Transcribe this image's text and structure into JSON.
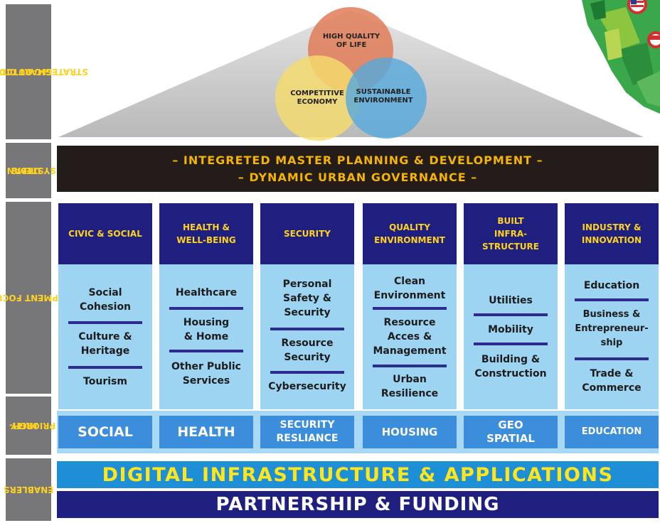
{
  "side_labels": {
    "outcomes": [
      "SMART CITY",
      "STRATEGIC OUTCOMES"
    ],
    "urban": [
      "URBAN",
      "SYSTEMS"
    ],
    "focus": [
      "DEVELOPMENT FOCUS AREA"
    ],
    "priority": [
      "HIGH-",
      "PRIORITY"
    ],
    "enablers": [
      "ENABLERS"
    ]
  },
  "outcomes": {
    "top": [
      "HIGH QUALITY",
      "OF LIFE"
    ],
    "left": [
      "COMPETITIVE",
      "ECONOMY"
    ],
    "right": [
      "SUSTAINABLE",
      "ENVIRONMENT"
    ]
  },
  "urban_systems": [
    "– INTEGRETED MASTER PLANNING & DEVELOPMENT –",
    "– DYNAMIC URBAN GOVERNANCE –"
  ],
  "focus_areas": [
    {
      "title": [
        "CIVIC & SOCIAL"
      ],
      "items": [
        [
          "Social",
          "Cohesion"
        ],
        [
          "Culture &",
          "Heritage"
        ],
        [
          "Tourism"
        ]
      ]
    },
    {
      "title": [
        "HEALTH &",
        "WELL-BEING"
      ],
      "items": [
        [
          "Healthcare"
        ],
        [
          "Housing",
          "& Home"
        ],
        [
          "Other Public",
          "Services"
        ]
      ]
    },
    {
      "title": [
        "SECURITY"
      ],
      "items": [
        [
          "Personal",
          "Safety &",
          "Security"
        ],
        [
          "Resource",
          "Security"
        ],
        [
          "Cybersecurity"
        ]
      ]
    },
    {
      "title": [
        "QUALITY",
        "ENVIRONMENT"
      ],
      "items": [
        [
          "Clean",
          "Environment"
        ],
        [
          "Resource",
          "Acces &",
          "Management"
        ],
        [
          "Urban",
          "Resilience"
        ]
      ]
    },
    {
      "title": [
        "BUILT",
        "INFRA-",
        "STRUCTURE"
      ],
      "items": [
        [
          "Utilities"
        ],
        [
          "Mobility"
        ],
        [
          "Building &",
          "Construction"
        ]
      ]
    },
    {
      "title": [
        "INDUSTRY &",
        "INNOVATION"
      ],
      "items": [
        [
          "Education"
        ],
        [
          "Business &",
          "Entrepreneur-",
          "ship"
        ],
        [
          "Trade &",
          "Commerce"
        ]
      ]
    }
  ],
  "high_priority": [
    [
      "SOCIAL"
    ],
    [
      "HEALTH"
    ],
    [
      "SECURITY",
      "RESLIANCE"
    ],
    [
      "HOUSING"
    ],
    [
      "GEO",
      "SPATIAL"
    ],
    [
      "EDUCATION"
    ]
  ],
  "enablers": {
    "digital": "DIGITAL INFRASTRUCTURE & APPLICATIONS",
    "partnership": "PARTNERSHIP & FUNDING"
  },
  "colors": {
    "navy": "#1f1f80",
    "light_blue": "#9dd4f2",
    "yellow": "#ffd21f",
    "side_gray": "#77777a"
  }
}
